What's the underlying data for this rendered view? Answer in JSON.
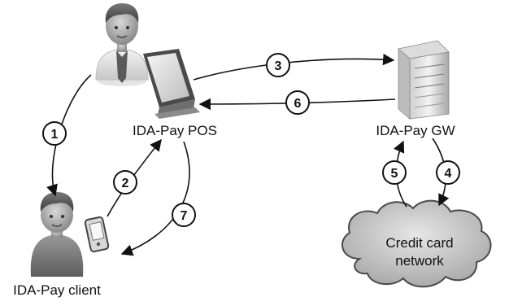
{
  "nodes": {
    "pos": {
      "label": "IDA-Pay POS"
    },
    "gw": {
      "label": "IDA-Pay GW"
    },
    "client": {
      "label": "IDA-Pay client"
    },
    "network": {
      "label_line1": "Credit card",
      "label_line2": "network"
    }
  },
  "steps": [
    "1",
    "2",
    "3",
    "4",
    "5",
    "6",
    "7"
  ],
  "icons": {
    "merchant": "merchant-person-icon",
    "pos": "monitor-icon",
    "gw": "server-icon",
    "client": "client-person-icon",
    "phone": "mobile-phone-icon",
    "network": "cloud-icon"
  }
}
